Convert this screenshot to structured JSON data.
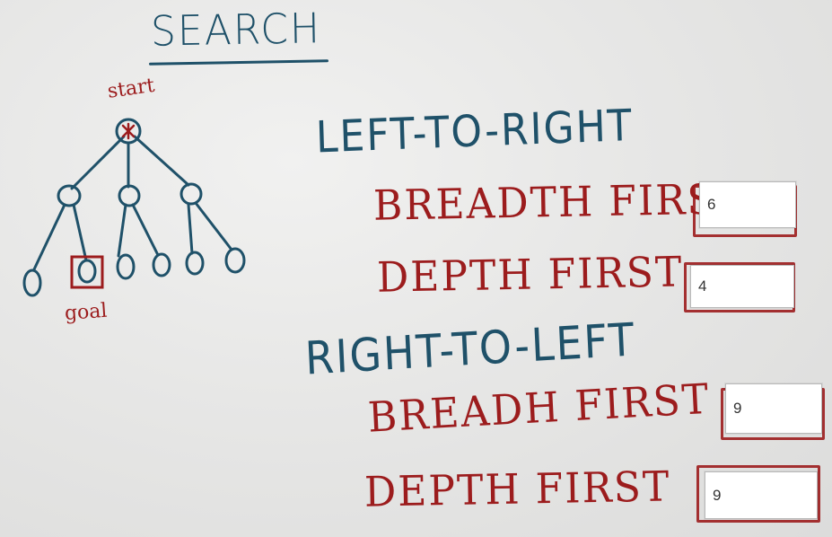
{
  "title": "SEARCH",
  "tree": {
    "start_label": "start",
    "goal_label": "goal"
  },
  "left_to_right": {
    "heading": "LEFT-TO-RIGHT",
    "breadth_label": "BREADTH FIRST",
    "breadth_value": "6",
    "depth_label": "DEPTH FIRST",
    "depth_value": "4"
  },
  "right_to_left": {
    "heading": "RIGHT-TO-LEFT",
    "breadth_label": "BREADH FIRST",
    "breadth_value": "9",
    "depth_label": "DEPTH FIRST",
    "depth_value": "9"
  },
  "colors": {
    "ink_blue": "#1f5169",
    "ink_red": "#9c1c1d",
    "paper": "#e6e6e5"
  }
}
